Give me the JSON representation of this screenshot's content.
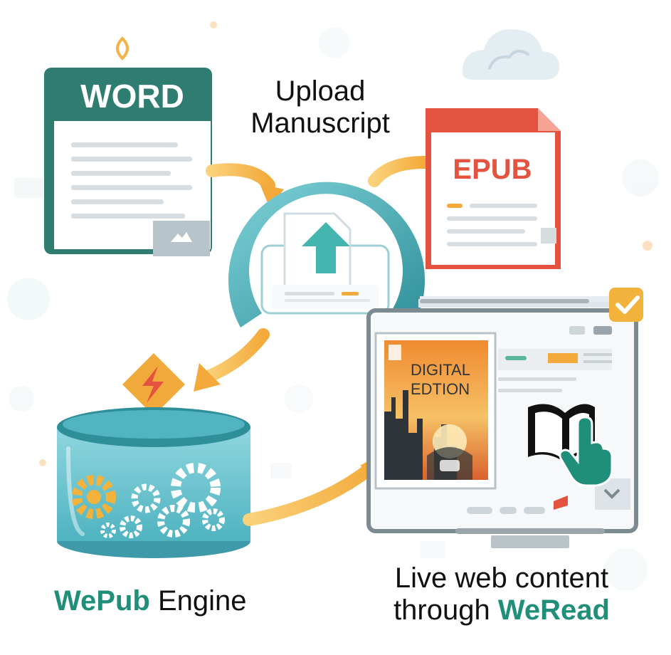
{
  "labels": {
    "upload_line1": "Upload",
    "upload_line2": "Manuscript",
    "engine_brand": "WePub",
    "engine_word": " Engine",
    "live_line1": "Live web content",
    "live_line2_prefix": "through ",
    "live_brand": "WeRead"
  },
  "documents": {
    "word_title": "WORD",
    "epub_title": "EPUB"
  },
  "book_cover": {
    "line1": "DIGITAL",
    "line2": "EDTION"
  },
  "colors": {
    "teal": "#2f9a9e",
    "teal_dark": "#2e7d70",
    "brand_green": "#1f8f7a",
    "arrow_orange": "#f6b545",
    "epub_red": "#e4533f",
    "check_orange": "#f2b23c"
  },
  "icons": [
    "upload-arrow-icon",
    "lightning-icon",
    "gear-icon",
    "open-book-icon",
    "hand-pointer-icon",
    "checkmark-icon",
    "cloud-icon",
    "chevron-down-icon"
  ]
}
